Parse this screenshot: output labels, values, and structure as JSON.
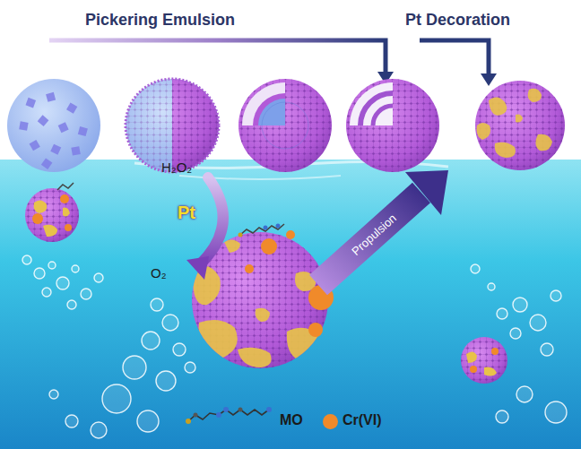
{
  "diagram": {
    "labels": [
      "Pickering Emulsion",
      "Pt Decoration",
      "H₂O₂",
      "Pt",
      "O₂",
      "Propulsion"
    ],
    "legend": [
      {
        "text": "MO"
      },
      {
        "text": "Cr(VI)",
        "color": "#f08a2a"
      }
    ]
  }
}
